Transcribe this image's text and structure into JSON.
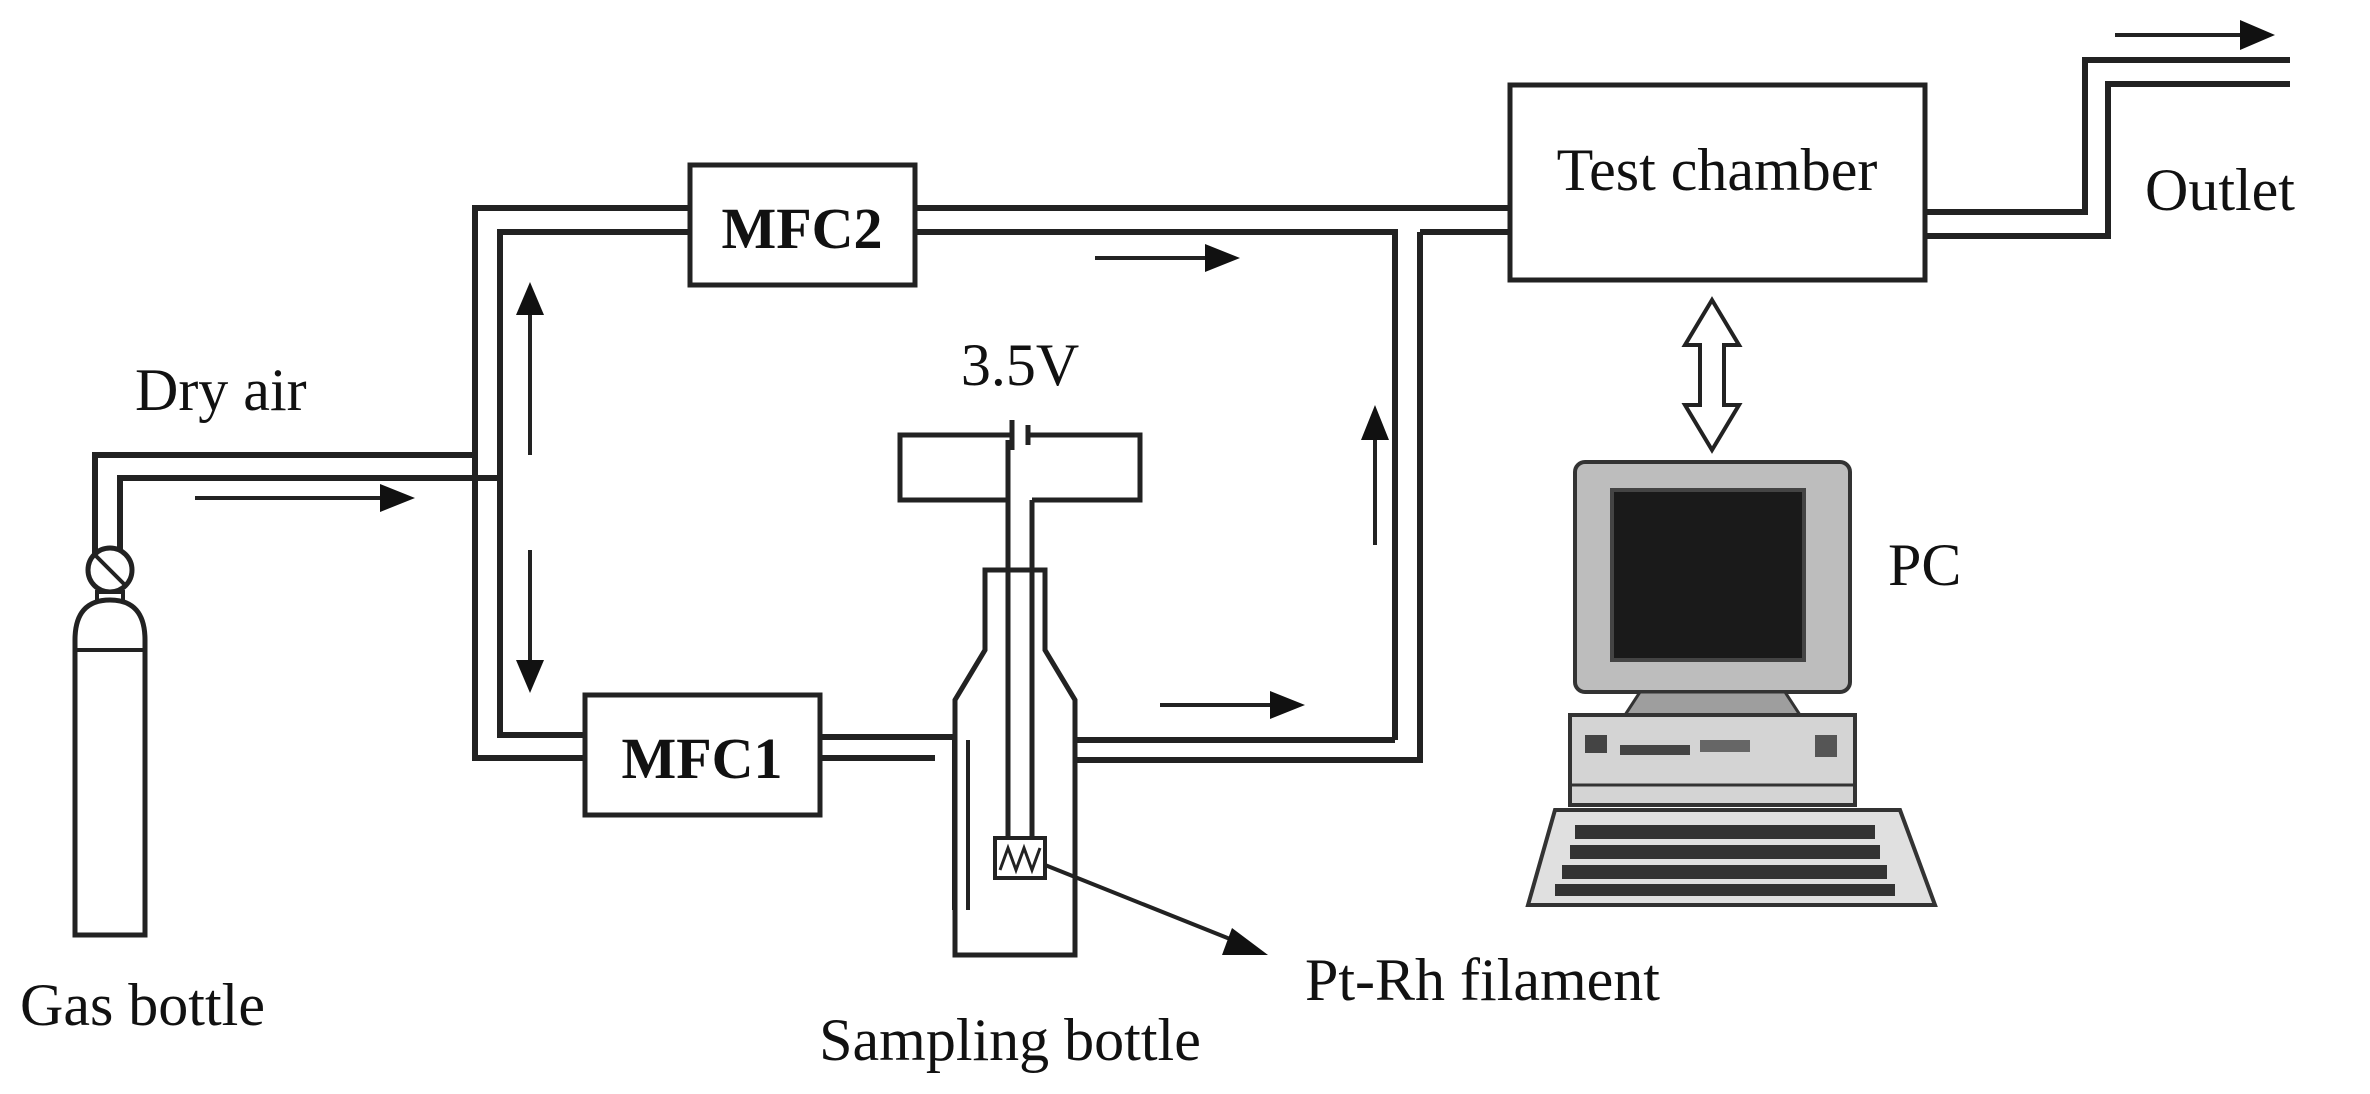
{
  "labels": {
    "mfc2": "MFC2",
    "mfc1": "MFC1",
    "test_chamber": "Test chamber",
    "outlet": "Outlet",
    "dry_air": "Dry air",
    "voltage": "3.5V",
    "pc": "PC",
    "gas_bottle": "Gas bottle",
    "sampling_bottle": "Sampling bottle",
    "filament": "Pt-Rh filament"
  }
}
